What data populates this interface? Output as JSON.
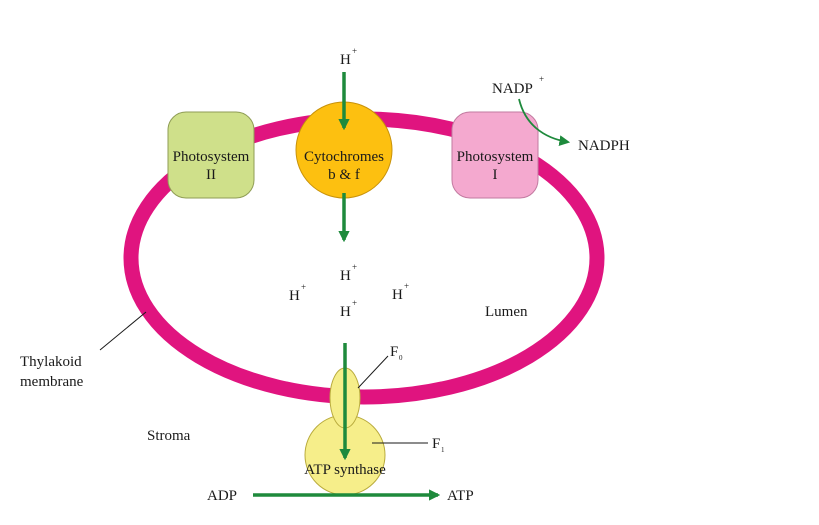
{
  "photosystem_ii": {
    "line1": "Photosystem",
    "line2": "II"
  },
  "cytochromes": {
    "line1": "Cytochromes",
    "line2": "b & f"
  },
  "photosystem_i": {
    "line1": "Photosystem",
    "line2": "I"
  },
  "nadp": {
    "base": "NADP",
    "charge": "+"
  },
  "nadph": "NADPH",
  "proton": {
    "base": "H",
    "charge": "+"
  },
  "lumen": "Lumen",
  "stroma": "Stroma",
  "thylakoid": {
    "line1": "Thylakoid",
    "line2": "membrane"
  },
  "f0": {
    "base": "F",
    "sub": "0"
  },
  "f1": {
    "base": "F",
    "sub": "1"
  },
  "atp_synthase": "ATP synthase",
  "adp": "ADP",
  "atp": "ATP",
  "colors": {
    "membrane": "#e0147f",
    "photosystem_ii": "#cfe08a",
    "cytochromes": "#fdc010",
    "photosystem_i": "#f4a9cf",
    "atp_synthase": "#f6ee8a",
    "arrow": "#1e8a3c"
  }
}
